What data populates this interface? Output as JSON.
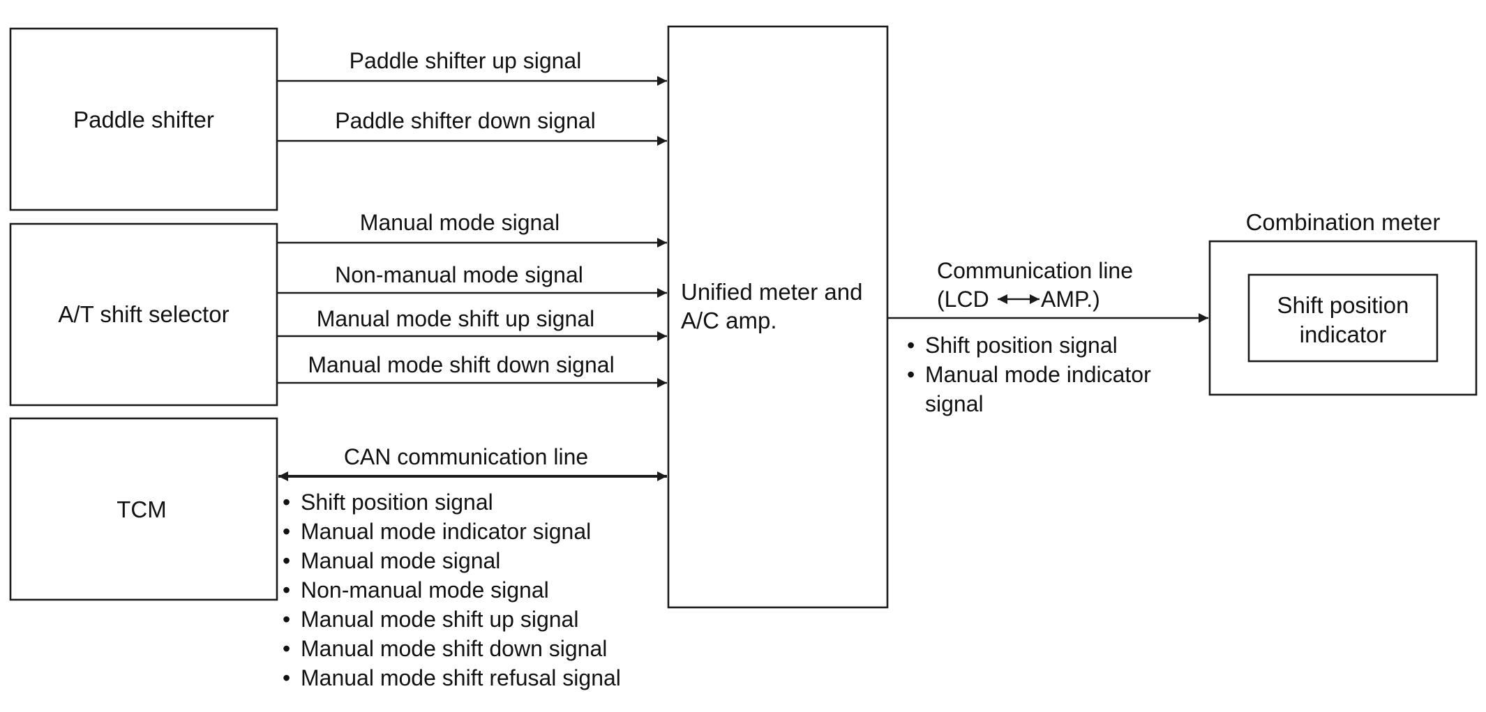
{
  "blocks": {
    "paddle_shifter": "Paddle shifter",
    "at_shift_selector": "A/T shift selector",
    "tcm": "TCM",
    "unified_meter_line1": "Unified meter and",
    "unified_meter_line2": "A/C amp.",
    "combination_meter_title": "Combination meter",
    "shift_indicator_line1": "Shift position",
    "shift_indicator_line2": "indicator"
  },
  "signals": {
    "paddle_up": "Paddle shifter up signal",
    "paddle_down": "Paddle shifter down signal",
    "manual_mode": "Manual mode signal",
    "non_manual_mode": "Non-manual mode signal",
    "manual_shift_up": "Manual mode shift up signal",
    "manual_shift_down": "Manual mode shift down signal"
  },
  "can_line": {
    "label": "CAN communication line",
    "bullet": "•",
    "items": [
      "Shift position signal",
      "Manual mode indicator signal",
      "Manual mode signal",
      "Non-manual mode signal",
      "Manual mode shift up signal",
      "Manual mode shift down signal",
      "Manual mode shift refusal signal"
    ]
  },
  "comm_line": {
    "label_line1": "Communication line",
    "label_line2_left": "(LCD",
    "label_line2_right": "AMP.)",
    "bullet": "•",
    "items_line1": "Shift position signal",
    "items_line2": "Manual mode indicator",
    "items_line3": "signal"
  }
}
